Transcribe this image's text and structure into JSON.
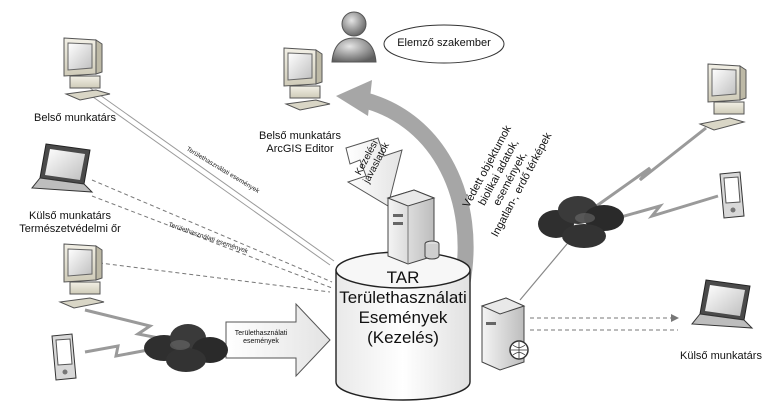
{
  "nodes": {
    "inner_worker": "Belső munkatárs",
    "inner_editor_line1": "Belső munkatárs",
    "inner_editor_line2": "ArcGIS Editor",
    "outer_worker_line1": "Külső munkatárs",
    "outer_worker_line2": "Természetvédelmi őr",
    "outer_worker_right": "Külső munkatárs",
    "analyst": "Elemző szakember"
  },
  "database": {
    "line1": "TAR",
    "line2": "Területhasználati",
    "line3": "Események",
    "line4": "(Kezelés)"
  },
  "edges": {
    "events_1": "Területhasználati események",
    "events_2": "Területhasználati események",
    "events_big_line1": "Területhasználati",
    "events_big_line2": "események",
    "proposals_line1": "Kezelési",
    "proposals_line2": "javaslatok",
    "layers": [
      "Védett objektumok",
      "biolikai adatok,",
      "események,",
      "Ingatlan-, erdő térképek"
    ]
  },
  "colors": {
    "arrow_gray": "#a6a6a6",
    "dark_cloud": "#2a2a2a",
    "line_gray": "#8c8c8c"
  }
}
